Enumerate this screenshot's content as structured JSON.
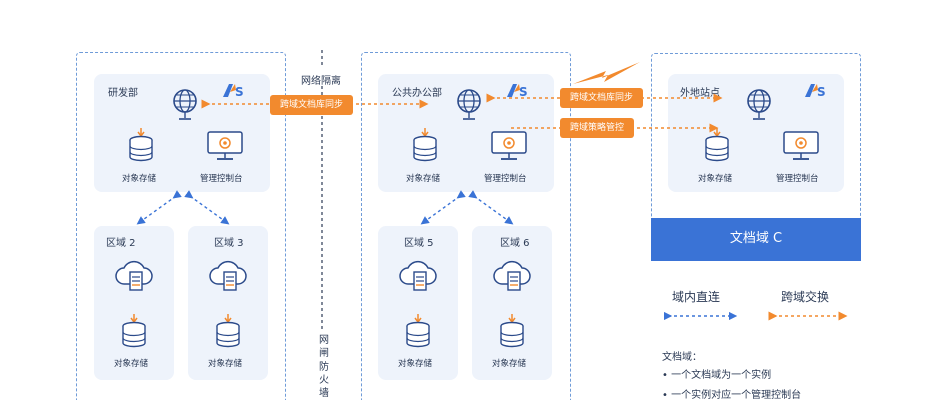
{
  "isolation": {
    "top_label": "网络隔离",
    "side_label": [
      "网",
      "闸",
      "防",
      "火",
      "墙"
    ]
  },
  "domain_a": {
    "dept_title": "研发部",
    "object_storage": "对象存储",
    "mgmt_console": "管理控制台",
    "zone_left": {
      "title": "区域 2",
      "storage": "对象存储"
    },
    "zone_right": {
      "title": "区域 3",
      "storage": "对象存储"
    }
  },
  "domain_b": {
    "dept_title": "公共办公部",
    "object_storage": "对象存储",
    "mgmt_console": "管理控制台",
    "zone_left": {
      "title": "区域 5",
      "storage": "对象存储"
    },
    "zone_right": {
      "title": "区域 6",
      "storage": "对象存储"
    }
  },
  "domain_c": {
    "site_title": "外地站点",
    "object_storage": "对象存储",
    "mgmt_console": "管理控制台",
    "footer": "文档域 C"
  },
  "links": {
    "sync_ab": "跨域文档库同步",
    "sync_bc": "跨域文档库同步",
    "policy_bc": "跨域策略管控"
  },
  "legend": {
    "intra": "域内直连",
    "cross": "跨域交换"
  },
  "notes": {
    "title": "文档域：",
    "items": [
      "•  一个文档域为一个实例",
      "•  一个实例对应一个管理控制台"
    ]
  },
  "colors": {
    "accent_blue": "#3a73d6",
    "accent_orange": "#f28a2e",
    "dash_blue": "#6f9bd8",
    "panel_bg": "#eef3fb"
  },
  "icons": [
    "as-logo",
    "globe-network-icon",
    "database-icon",
    "monitor-console-icon",
    "cloud-server-icon",
    "lightning-icon"
  ]
}
